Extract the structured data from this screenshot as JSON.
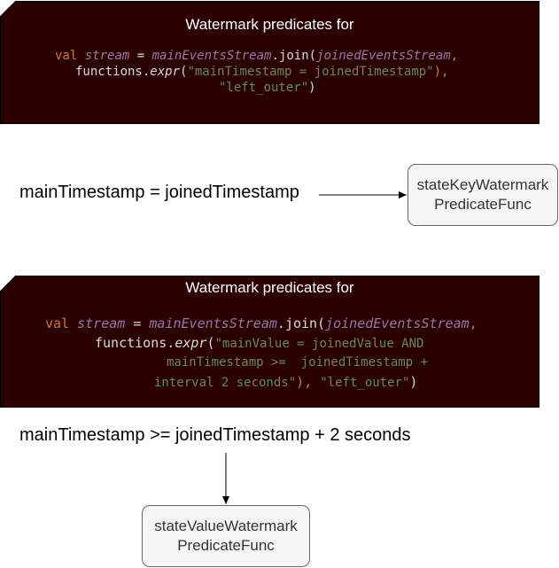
{
  "box1": {
    "title": "Watermark predicates for",
    "code": {
      "l1_kw": "val",
      "l1_var": "stream",
      "l1_eq": " = ",
      "l1_obj": "mainEventsStream",
      "l1_dot": ".",
      "l1_join": "join(",
      "l1_arg": "joinedEventsStream",
      "l1_comma": ",",
      "l2_obj": "functions",
      "l2_dot": ".",
      "l2_fn": "expr",
      "l2_open": "(",
      "l2_str": "\"mainTimestamp = joinedTimestamp\"",
      "l2_close": "),",
      "l3_str": "\"left_outer\"",
      "l3_close": ")"
    }
  },
  "label1": "mainTimestamp = joinedTimestamp",
  "func1": {
    "line1": "stateKeyWatermark",
    "line2": "PredicateFunc"
  },
  "box2": {
    "title": "Watermark predicates for",
    "code": {
      "l1_kw": "val",
      "l1_var": "stream",
      "l1_eq": " = ",
      "l1_obj": "mainEventsStream",
      "l1_dot": ".",
      "l1_join": "join(",
      "l1_arg": "joinedEventsStream",
      "l1_comma": ",",
      "l2_obj": "functions",
      "l2_dot": ".",
      "l2_fn": "expr",
      "l2_open": "(",
      "l2_str": "\"mainValue = joinedValue AND",
      "l3_str": "mainTimestamp >=  joinedTimestamp +",
      "l4_str": "interval 2 seconds\"",
      "l4_mid": "), ",
      "l4_str2": "\"left_outer\"",
      "l4_close": ")"
    }
  },
  "label2": "mainTimestamp >= joinedTimestamp + 2 seconds",
  "func2": {
    "line1": "stateValueWatermark",
    "line2": "PredicateFunc"
  },
  "colors": {
    "code_bg": "#2b0000",
    "keyword": "#cc7832",
    "variable": "#9876aa",
    "string": "#6a8759",
    "plain": "#d8d8d8"
  }
}
